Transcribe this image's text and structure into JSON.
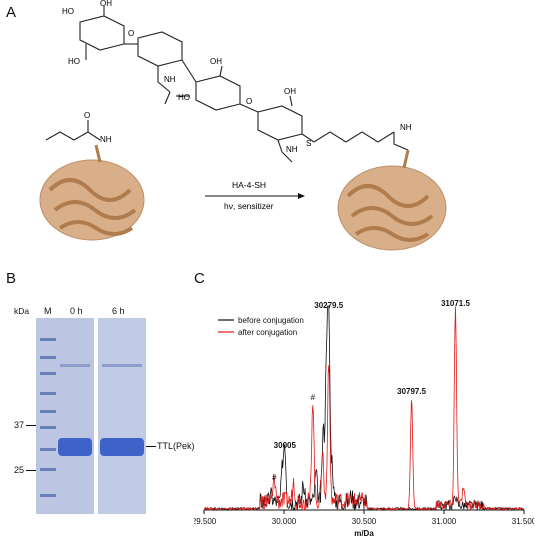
{
  "panel_a": {
    "letter": "A",
    "reaction": {
      "reagent": "HA-4-SH",
      "conditions": "hν, sensitizer"
    },
    "structure_labels": {
      "ho": "HO",
      "oh": "OH",
      "o": "O",
      "nh": "NH",
      "s": "S"
    },
    "colors": {
      "protein": "#d2a275",
      "protein_dark": "#b07c4e",
      "bond": "#222222"
    }
  },
  "panel_b": {
    "letter": "B",
    "unit": "kDa",
    "lanes": [
      "M",
      "0 h",
      "6 h"
    ],
    "markers": [
      "37",
      "25"
    ],
    "band_label": "TTL(Pek)",
    "colors": {
      "gel": "#bcc6e3",
      "band": "#3e63c8",
      "marker": "#6a7fb8"
    }
  },
  "panel_c": {
    "letter": "C",
    "colors": {
      "before": "#111111",
      "after": "#e01818"
    }
  },
  "chart_data": {
    "type": "line",
    "xlabel": "m/Da",
    "ylabel": "",
    "xlim": [
      29500,
      31500
    ],
    "x_ticks": [
      "29.500",
      "30.000",
      "30.500",
      "31.000",
      "31.500"
    ],
    "x_tick_values": [
      29500,
      30000,
      30500,
      31000,
      31500
    ],
    "legend_position": "top-left",
    "series": [
      {
        "name": "before conjugation",
        "color": "#111111",
        "peaks": [
          [
            29920,
            0.03
          ],
          [
            29990,
            0.16
          ],
          [
            30005,
            0.28
          ],
          [
            30120,
            0.08
          ],
          [
            30200,
            0.14
          ],
          [
            30245,
            0.35
          ],
          [
            30265,
            0.68
          ],
          [
            30279.5,
            0.98
          ],
          [
            30300,
            0.2
          ],
          [
            30420,
            0.03
          ],
          [
            31071.5,
            0.05
          ]
        ]
      },
      {
        "name": "after conjugation",
        "color": "#e01818",
        "peaks": [
          [
            29940,
            0.12
          ],
          [
            30060,
            0.1
          ],
          [
            30180,
            0.52
          ],
          [
            30240,
            0.26
          ],
          [
            30279.5,
            0.72
          ],
          [
            30797.5,
            0.55
          ],
          [
            31071.5,
            0.99
          ],
          [
            31120,
            0.08
          ]
        ]
      }
    ],
    "annotations": [
      {
        "text": "30005",
        "x": 30005,
        "bold": true
      },
      {
        "text": "30279.5",
        "x": 30279.5,
        "bold": true
      },
      {
        "text": "30797.5",
        "x": 30797.5,
        "bold": true
      },
      {
        "text": "31071.5",
        "x": 31071.5,
        "bold": true
      },
      {
        "text": "#",
        "x": 29940,
        "bold": false
      },
      {
        "text": "#",
        "x": 30180,
        "bold": false
      }
    ]
  }
}
